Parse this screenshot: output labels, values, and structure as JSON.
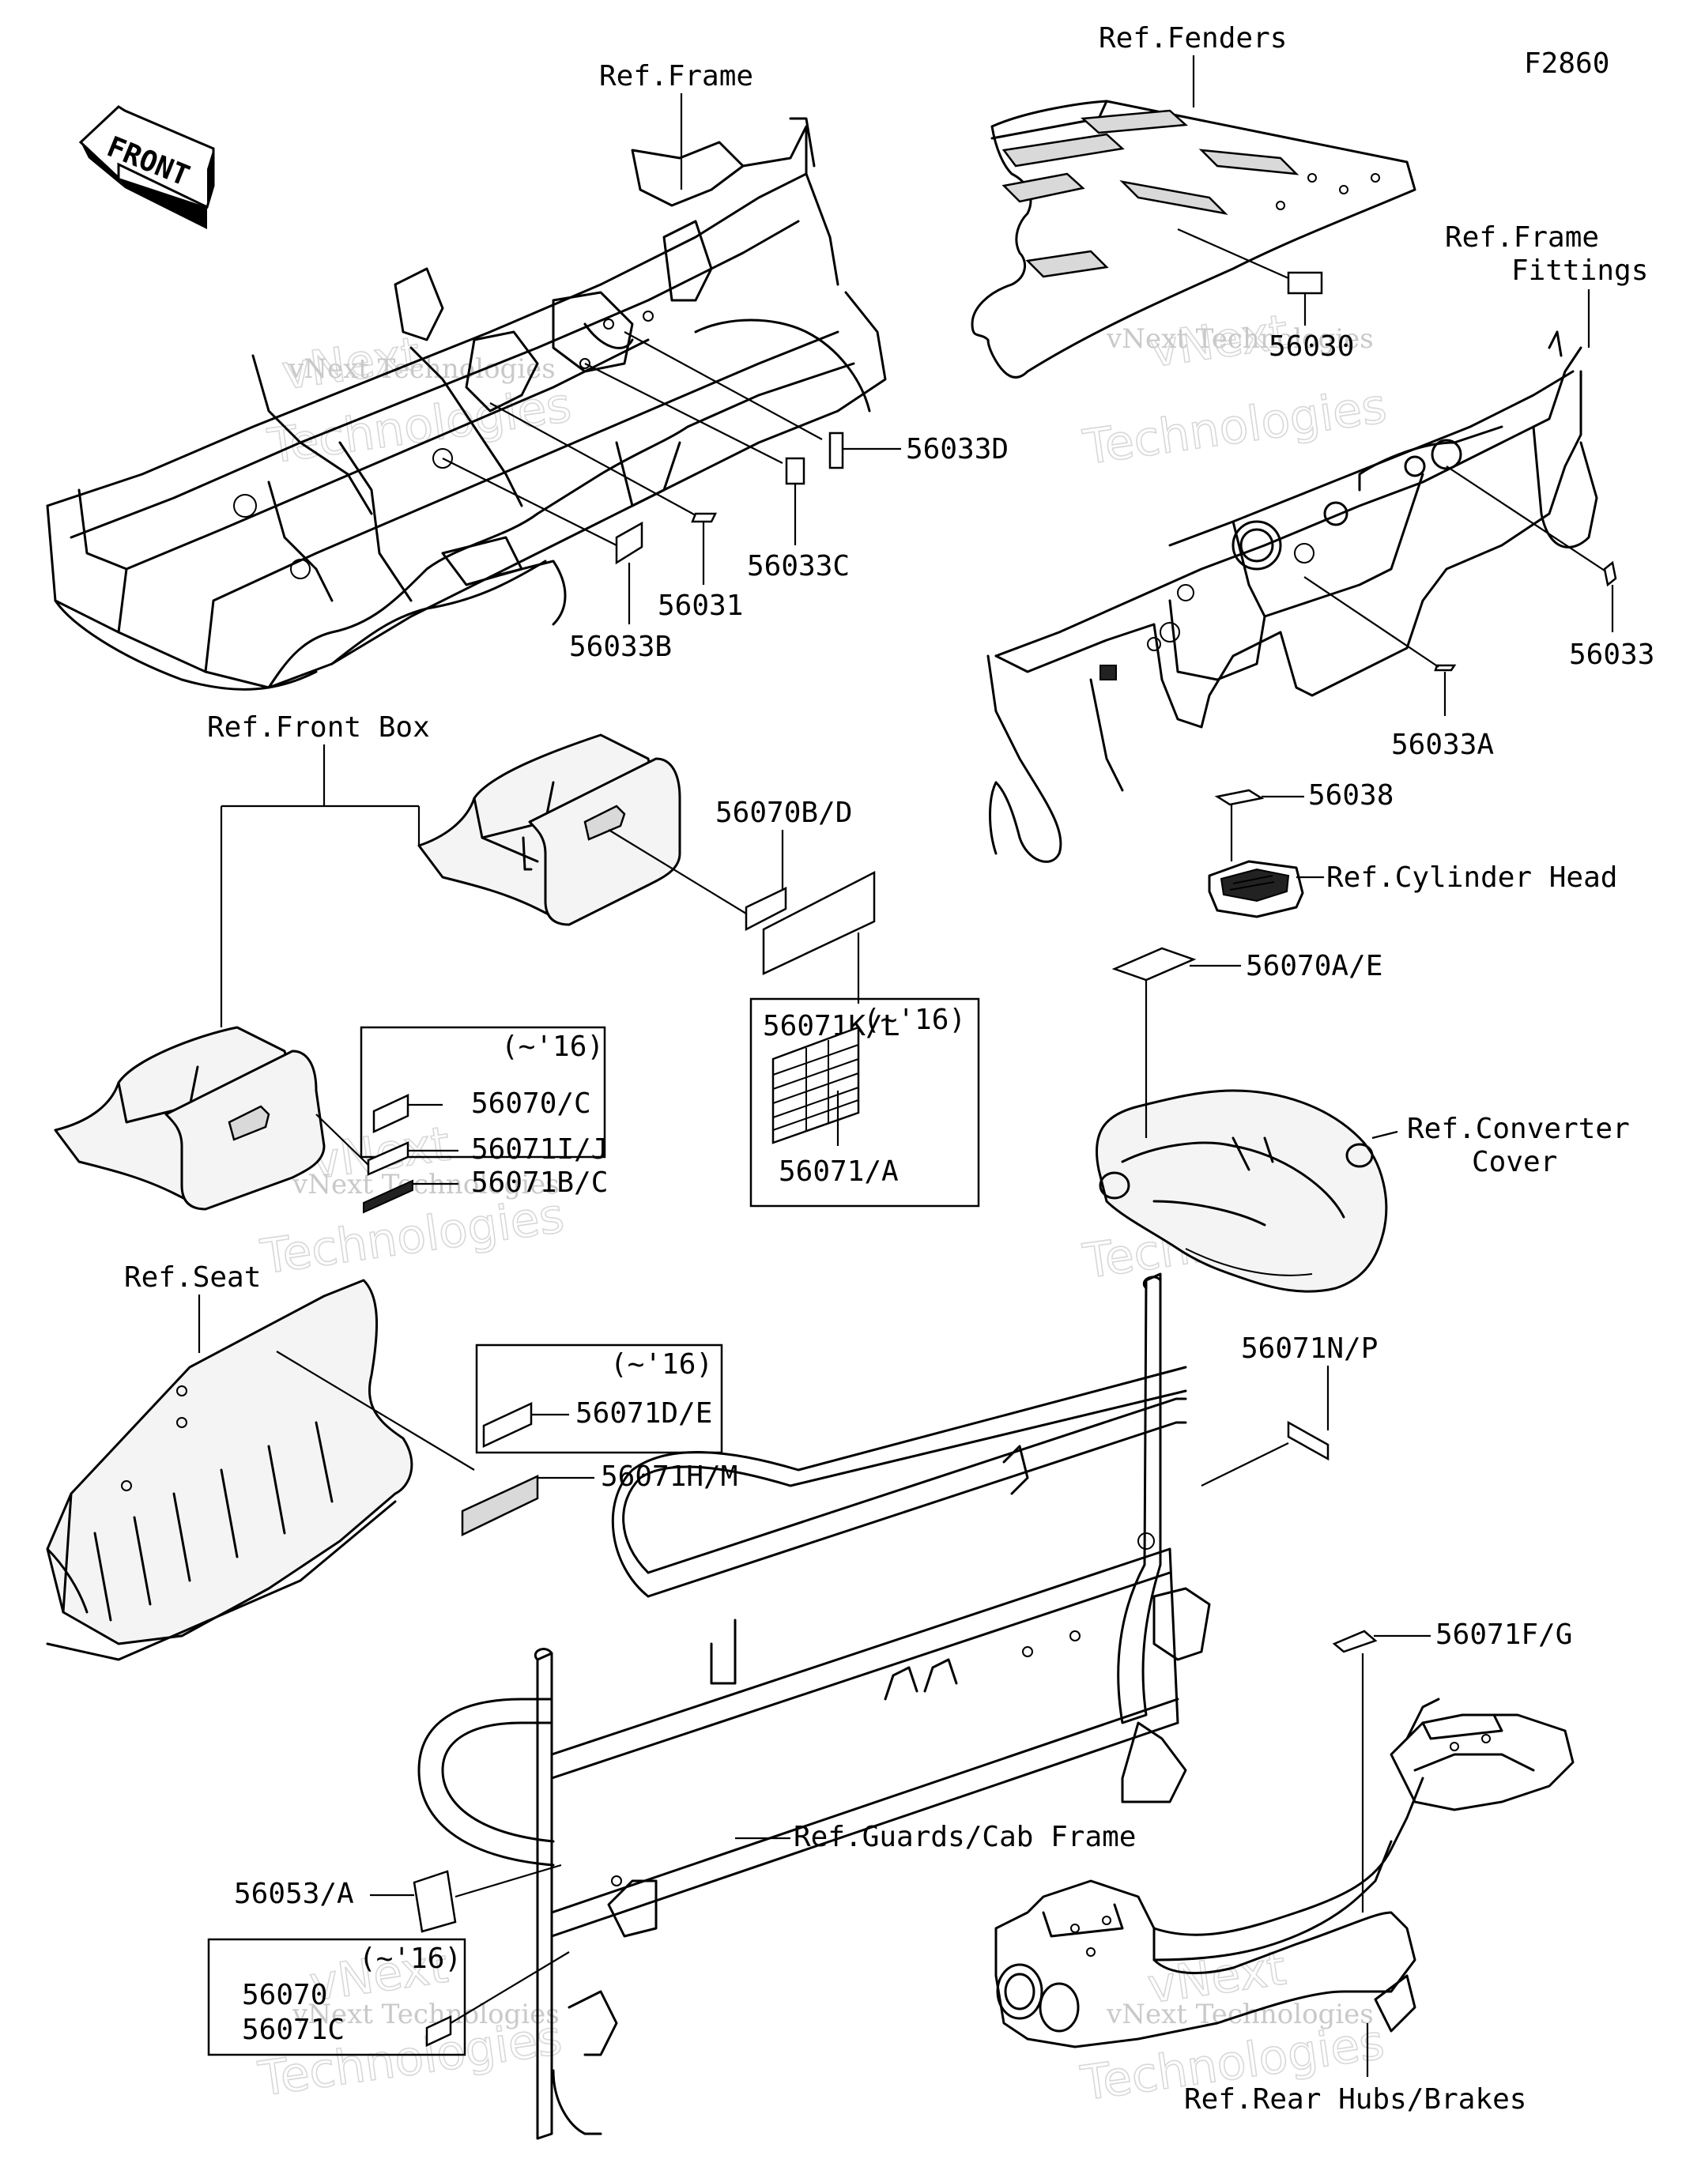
{
  "figure_id": "F2860",
  "front_arrow": {
    "text": "FRONT",
    "icon": "front-direction-arrow-icon"
  },
  "watermark": {
    "line1": "vNext",
    "line2": "Technologies",
    "line3": "vNext Technologies"
  },
  "references": {
    "frame": "Ref.Frame",
    "fenders": "Ref.Fenders",
    "frame_fittings_1": "Ref.Frame",
    "frame_fittings_2": "Fittings",
    "front_box": "Ref.Front Box",
    "cylinder_head": "Ref.Cylinder Head",
    "converter_cover_1": "Ref.Converter",
    "converter_cover_2": "Cover",
    "seat": "Ref.Seat",
    "guards_cab_frame": "Ref.Guards/Cab Frame",
    "rear_hubs_brakes": "Ref.Rear Hubs/Brakes"
  },
  "parts": {
    "p56033D": "56033D",
    "p56033C": "56033C",
    "p56031": "56031",
    "p56033B": "56033B",
    "p56030": "56030",
    "p56033": "56033",
    "p56033A": "56033A",
    "p56038": "56038",
    "p56070BD": "56070B/D",
    "p56071KL": "56071K/L",
    "p56070AE": "56070A/E",
    "p56070C": "56070/C",
    "p56071IJ": "56071I/J",
    "p56071BC": "56071B/C",
    "p56071A": "56071/A",
    "p56071DE": "56071D/E",
    "p56071HM": "56071H/M",
    "p56071NP": "56071N/P",
    "p56071FG": "56071F/G",
    "p56053A": "56053/A",
    "p56070_bottom": "56070",
    "p56071C_bottom": "56071C"
  },
  "year_notes": {
    "front_box_box": "(~'16)",
    "decal_box": "(~'16)",
    "seat_box": "(~'16)",
    "bottom_box": "(~'16)"
  }
}
